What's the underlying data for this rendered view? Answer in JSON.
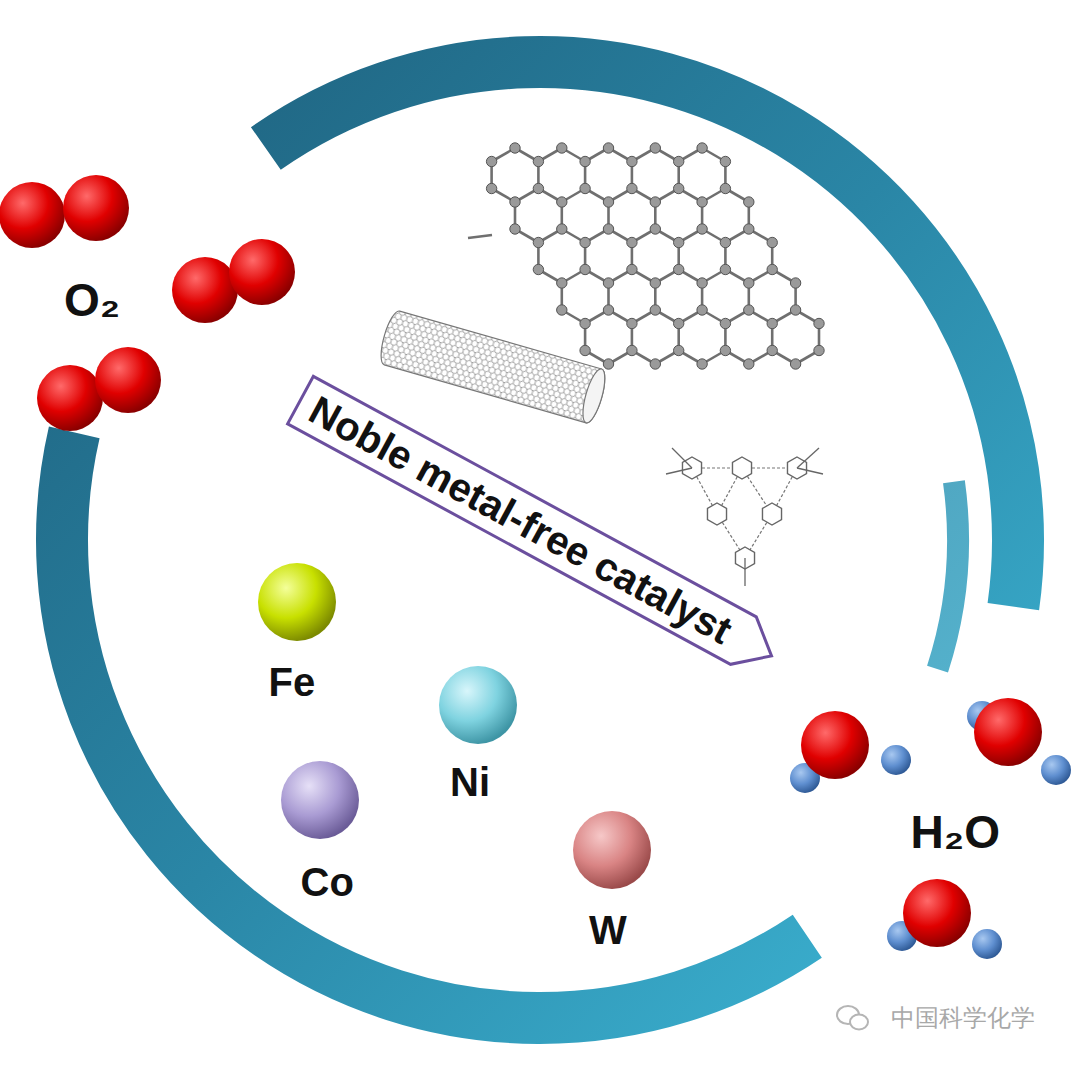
{
  "diagram": {
    "nodes": [
      {
        "text": [
          "Noble metal-free catalyst"
        ]
      }
    ],
    "labels": [
      "O₂",
      "Fe",
      "Ni",
      "Co",
      "W",
      "H₂O",
      "中国科学化学"
    ]
  }
}
